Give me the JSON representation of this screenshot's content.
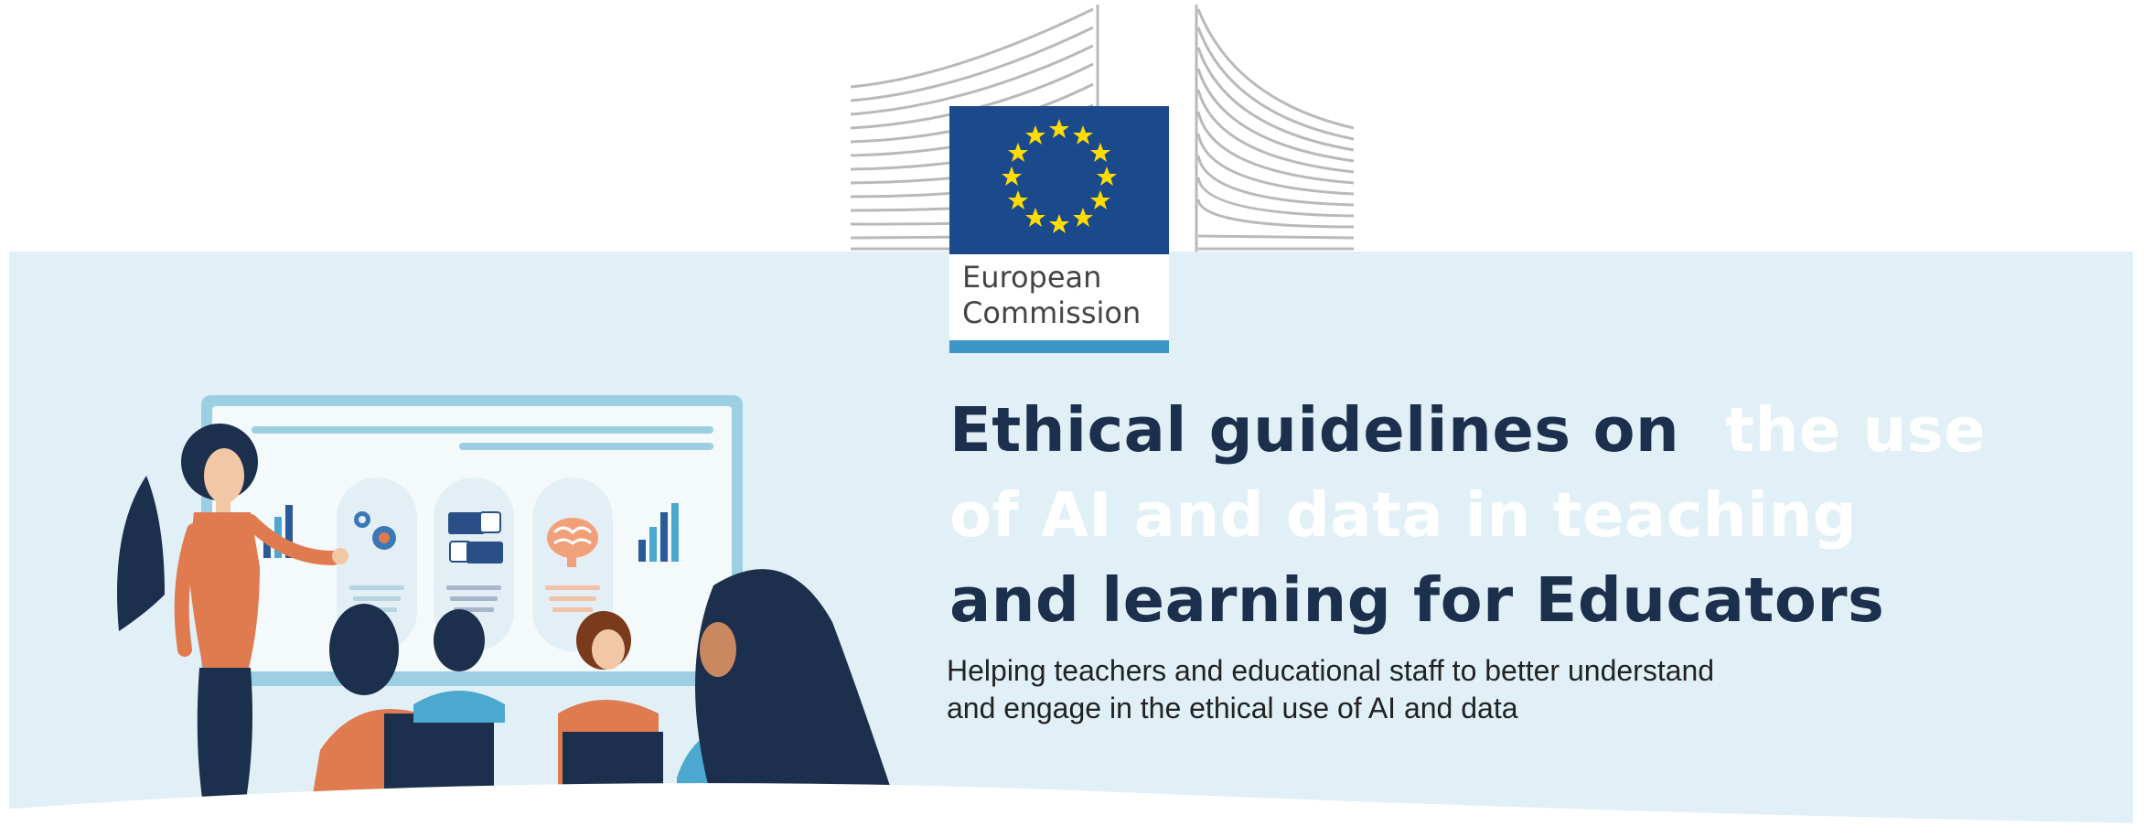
{
  "logo": {
    "line1": "European",
    "line2": "Commission"
  },
  "headline": {
    "line1_plain": "Ethical guidelines on",
    "line1_highlight": "the use",
    "line2_highlight": "of AI and data in teaching",
    "line3_plain": "and learning for Educators"
  },
  "subtitle": {
    "line1": "Helping teachers and educational staff to better understand",
    "line2": "and engage in the ethical use of AI and data"
  },
  "colors": {
    "band": "#e1f0f6",
    "eu_blue": "#1b4a8c",
    "eu_star": "#ffdd00",
    "highlight": "#4da8cf",
    "title_text": "#1c2f4c",
    "accent_orange": "#e07a4f"
  },
  "icons": [
    "bar-chart-icon",
    "gears-icon",
    "chat-bubbles-icon",
    "brain-icon"
  ]
}
